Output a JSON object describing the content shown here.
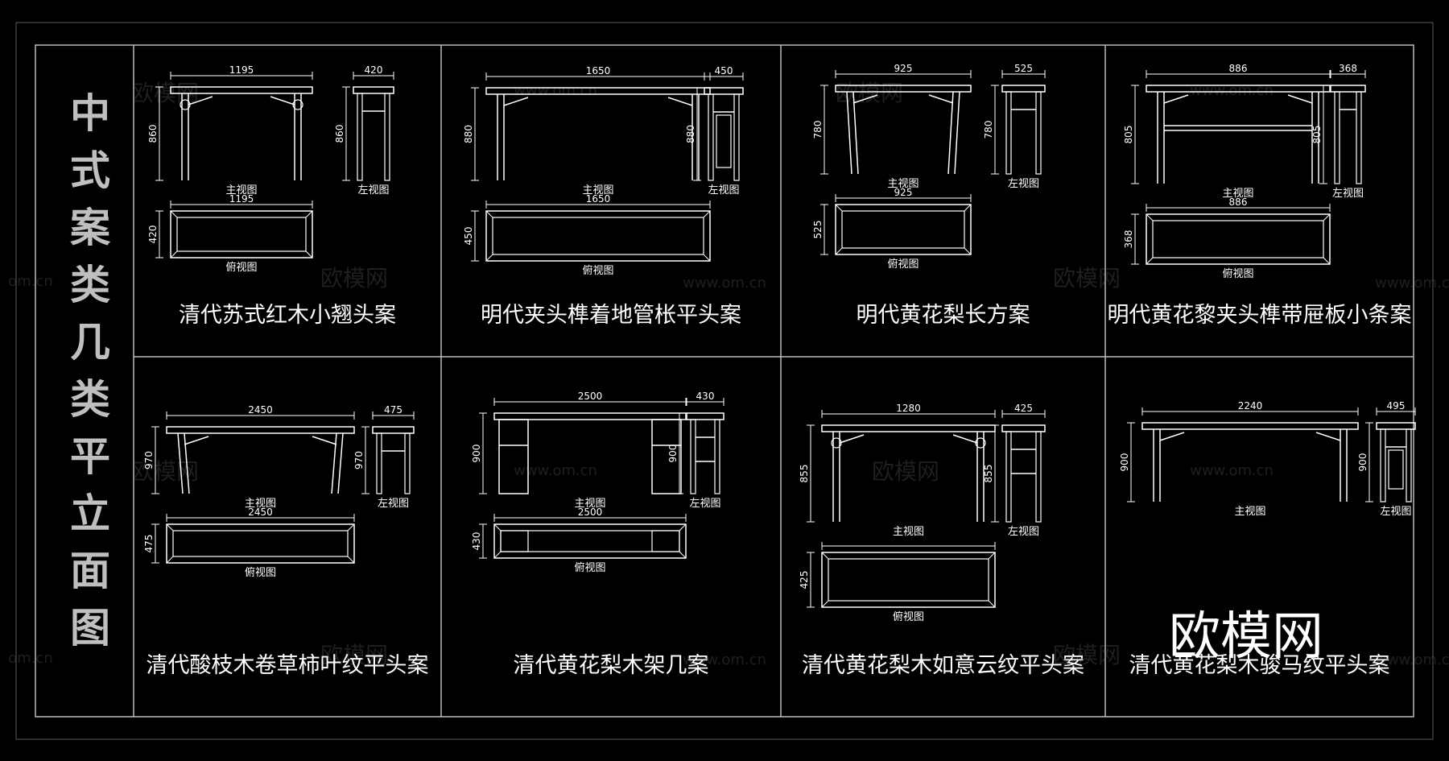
{
  "page_title_chars": [
    "中",
    "式",
    "案",
    "类",
    "几",
    "类",
    "平",
    "立",
    "面",
    "图"
  ],
  "brand": "欧模网",
  "watermarks": {
    "cn": "欧模网",
    "url": "www.om.cn",
    "url_short": "om.cn"
  },
  "cells": [
    {
      "title": "清代苏式红木小翘头案",
      "front_w": "1195",
      "h": "860",
      "side_w": "420",
      "plan_w": "1195",
      "plan_d": "420",
      "front": "主视图",
      "left": "左视图",
      "top": "俯视图"
    },
    {
      "title": "明代夹头榫着地管枨平头案",
      "front_w": "1650",
      "h": "880",
      "side_w": "450",
      "plan_w": "1650",
      "plan_d": "450",
      "front": "主视图",
      "left": "左视图",
      "top": "俯视图"
    },
    {
      "title": "明代黄花梨长方案",
      "front_w": "925",
      "h": "780",
      "side_w": "525",
      "plan_w": "925",
      "plan_d": "525",
      "front": "主视图",
      "left": "左视图",
      "top": "俯视图"
    },
    {
      "title": "明代黄花黎夹头榫带屉板小条案",
      "front_w": "886",
      "h": "805",
      "side_w": "368",
      "plan_w": "886",
      "plan_d": "368",
      "front": "主视图",
      "left": "左视图",
      "top": "俯视图"
    },
    {
      "title": "清代酸枝木卷草柿叶纹平头案",
      "front_w": "2450",
      "h": "970",
      "side_w": "475",
      "plan_w": "2450",
      "plan_d": "475",
      "front": "主视图",
      "left": "左视图",
      "top": "俯视图"
    },
    {
      "title": "清代黄花梨木架几案",
      "front_w": "2500",
      "h": "900",
      "side_w": "430",
      "plan_w": "2500",
      "plan_d": "430",
      "front": "主视图",
      "left": "左视图",
      "top": "俯视图"
    },
    {
      "title": "清代黄花梨木如意云纹平头案",
      "front_w": "1280",
      "h": "855",
      "side_w": "425",
      "plan_w": "",
      "plan_d": "425",
      "front": "主视图",
      "left": "左视图",
      "top": "俯视图"
    },
    {
      "title": "清代黄花梨木骏马纹平头案",
      "front_w": "2240",
      "h": "900",
      "side_w": "495",
      "plan_w": "",
      "plan_d": "",
      "front": "主视图",
      "left": "左视图",
      "top": ""
    }
  ],
  "colors": {
    "background": "#000000",
    "line": "#ffffff",
    "frame": "#bdbdbd",
    "title_column": "#bfbfbf"
  }
}
